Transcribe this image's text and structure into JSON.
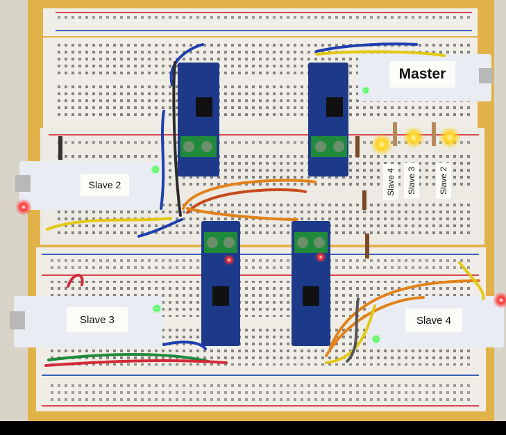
{
  "labels": {
    "master": "Master",
    "slave2_board": "Slave 2",
    "slave3_board": "Slave 3",
    "slave4_board": "Slave 4",
    "slave4_tag": "Slave 4",
    "slave3_tag": "Slave 3",
    "slave2_tag": "Slave 2"
  },
  "colors": {
    "board_frame": "#e2b24a",
    "breadboard": "#f0eee8",
    "rail_red": "#d8434f",
    "rail_blue": "#3a62b8",
    "module_pcb": "#1d3a8a",
    "terminal_green": "#1f8a3b",
    "nucleo_pcb": "#e9edf3",
    "led_yellow": "#ffd21a",
    "led_red": "#ff3030",
    "led_green": "#3cff4a"
  }
}
